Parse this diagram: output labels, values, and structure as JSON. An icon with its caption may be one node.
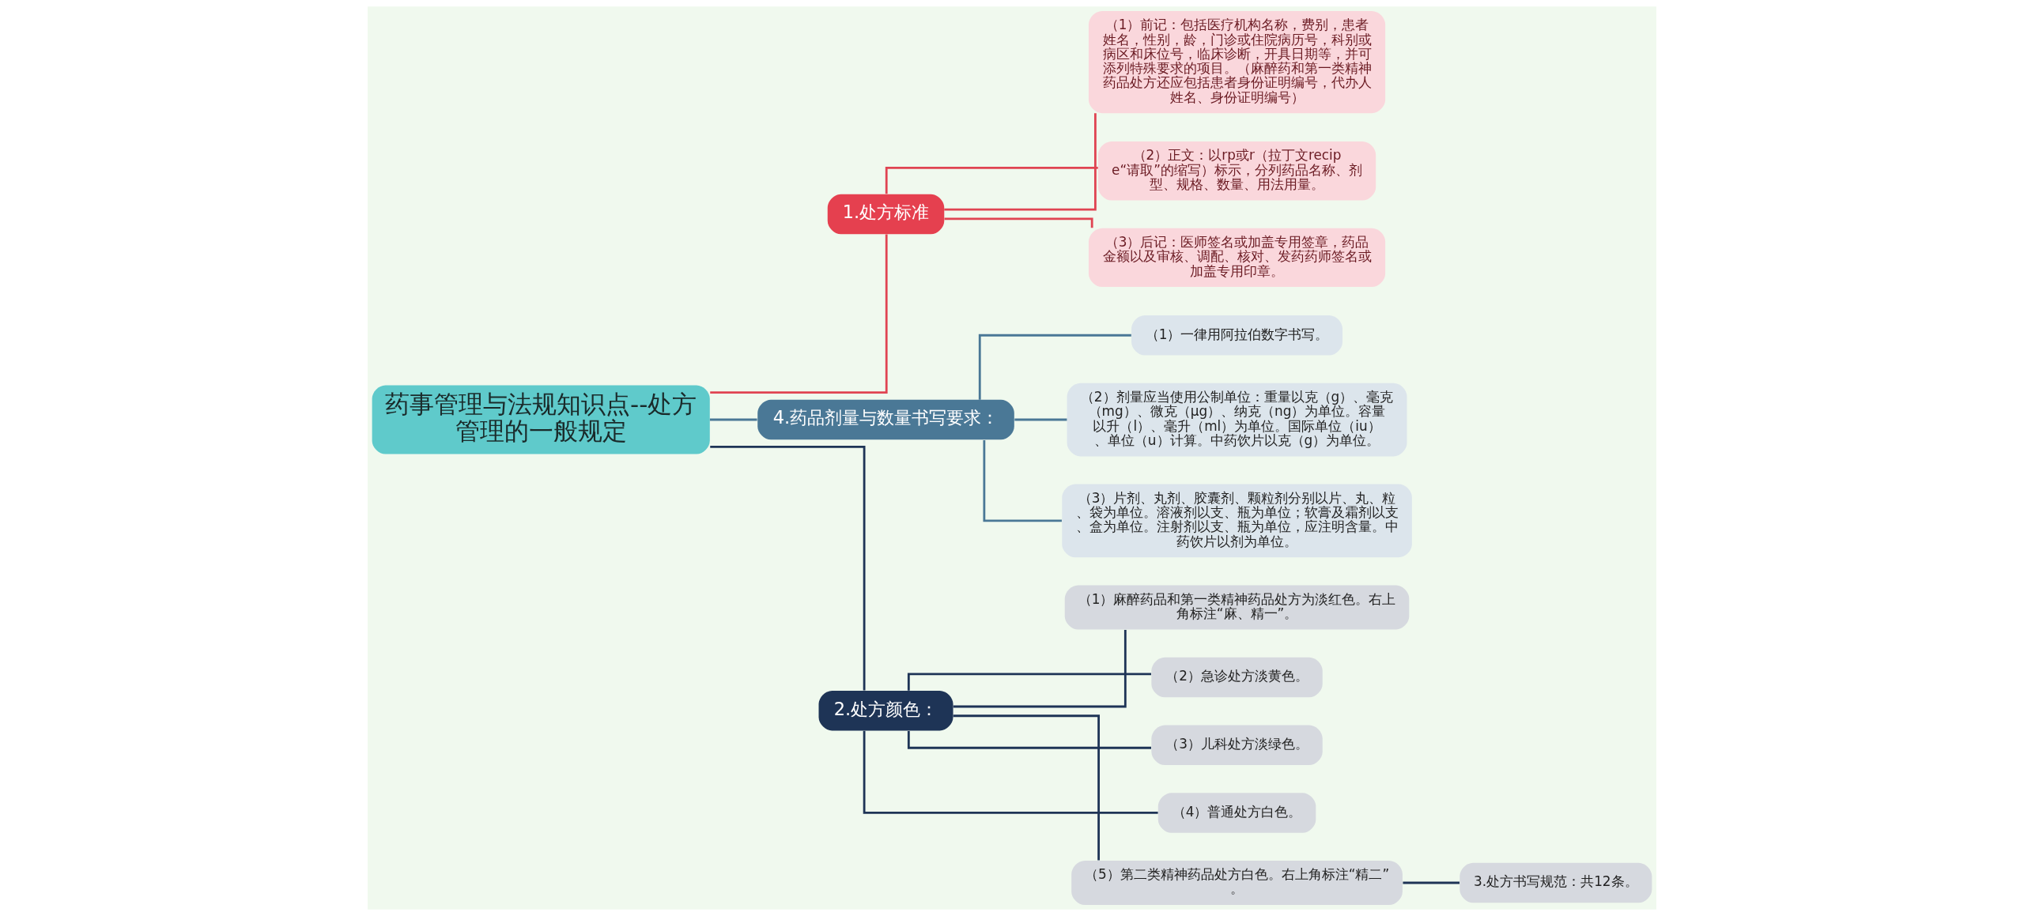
{
  "diagram": {
    "nodes": [
      {
        "text": [
          "药事管理与法规知识点--处方管理的一般规定"
        ]
      },
      {
        "text": [
          "1.处方标准"
        ]
      },
      {
        "text": [
          "（1）前记：包括医疗机构名称，费别，患者姓名，性别，龄，门诊或住院病历号，科别或病区和床位号，临床诊断，开具日期等，并可添列特殊要求的项目。（麻醉药和第一类精神药品处方还应包括患者身份证明编号，代办人姓名、身份证明编号）"
        ]
      },
      {
        "text": [
          "（2）正文：以rp或r（拉丁文recipe“请取”的缩写）标示，分列药品名称、剂型、规格、数量、用法用量。"
        ]
      },
      {
        "text": [
          "（3）后记：医师签名或加盖专用签章，药品金额以及审核、调配、核对、发药药师签名或加盖专用印章。"
        ]
      },
      {
        "text": [
          "4.药品剂量与数量书写要求："
        ]
      },
      {
        "text": [
          "（1）一律用阿拉伯数字书写。"
        ]
      },
      {
        "text": [
          "（2）剂量应当使用公制单位：重量以克（g）、毫克（mg）、微克（μg）、纳克（ng）为单位。容量以升（l）、毫升（ml）为单位。国际单位（iu）、单位（u）计算。中药饮片以克（g）为单位。"
        ]
      },
      {
        "text": [
          "（3）片剂、丸剂、胶囊剂、颗粒剂分别以片、丸、粒、袋为单位。溶液剂以支、瓶为单位；软膏及霜剂以支、盒为单位。注射剂以支、瓶为单位，应注明含量。中药饮片以剂为单位。"
        ]
      },
      {
        "text": [
          "2.处方颜色："
        ]
      },
      {
        "text": [
          "（1）麻醉药品和第一类精神药品处方为淡红色。右上角标注“麻、精一”。"
        ]
      },
      {
        "text": [
          "（2）急诊处方淡黄色。"
        ]
      },
      {
        "text": [
          "（3）儿科处方淡绿色。"
        ]
      },
      {
        "text": [
          "（4）普通处方白色。"
        ]
      },
      {
        "text": [
          "（5）第二类精神药品处方白色。右上角标注“精二”。"
        ]
      },
      {
        "text": [
          "3.处方书写规范：共12条。"
        ]
      }
    ],
    "edges": [
      {
        "from": 0,
        "to": 1,
        "arrow": "none",
        "color": "#e04452"
      },
      {
        "from": 1,
        "to": 2,
        "arrow": "none",
        "color": "#e04452"
      },
      {
        "from": 1,
        "to": 3,
        "arrow": "none",
        "color": "#e04452"
      },
      {
        "from": 1,
        "to": 4,
        "arrow": "none",
        "color": "#e04452"
      },
      {
        "from": 0,
        "to": 5,
        "arrow": "none",
        "color": "#4a7896"
      },
      {
        "from": 5,
        "to": 6,
        "arrow": "none",
        "color": "#4a7896"
      },
      {
        "from": 5,
        "to": 7,
        "arrow": "none",
        "color": "#4a7896"
      },
      {
        "from": 5,
        "to": 8,
        "arrow": "none",
        "color": "#4a7896"
      },
      {
        "from": 0,
        "to": 9,
        "arrow": "none"
      },
      {
        "from": 9,
        "to": 10,
        "arrow": "none"
      },
      {
        "from": 9,
        "to": 11,
        "arrow": "none"
      },
      {
        "from": 9,
        "to": 12,
        "arrow": "none"
      },
      {
        "from": 9,
        "to": 13,
        "arrow": "none"
      },
      {
        "from": 9,
        "to": 14,
        "arrow": "none"
      },
      {
        "from": 14,
        "to": 15,
        "arrow": "none"
      }
    ]
  }
}
